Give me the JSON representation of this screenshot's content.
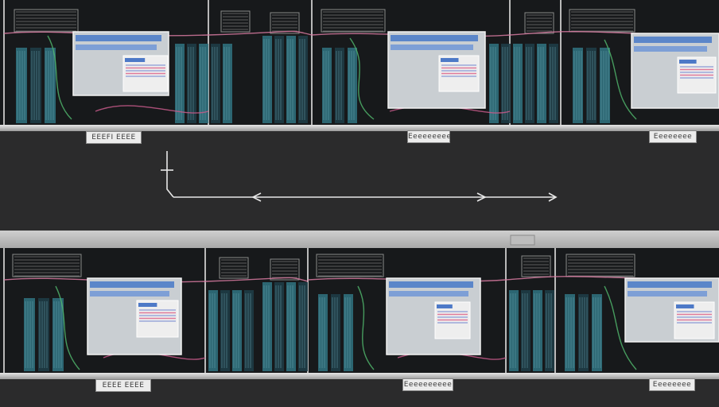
{
  "labels": {
    "top_left": "EEEFI EEEE",
    "top_center": "Eeeeeeeee",
    "top_right": "Eeeeeeee",
    "bottom_left": "EEEE EEEE",
    "bottom_center": "Eeeeeeeeee",
    "bottom_right": "Eeeeeeee"
  },
  "colors": {
    "background": "#2b2b2c",
    "panel": "#17191b",
    "rack_teal": "#2f6f7c",
    "rack_dark": "#1e3c46",
    "window": "#c9ced2",
    "window_header": "#5b86c9",
    "arrow": "#e8e8e8"
  }
}
